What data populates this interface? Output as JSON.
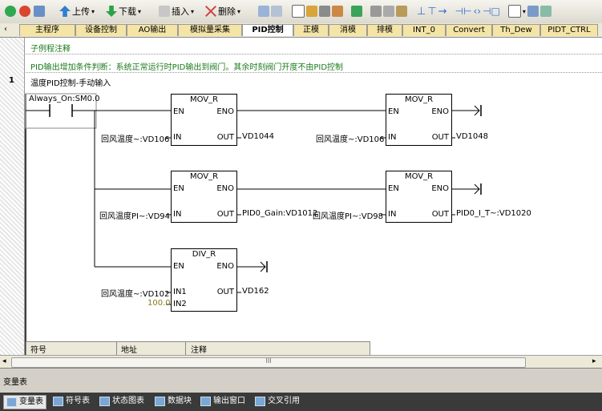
{
  "toolbar": {
    "upload_label": "上传",
    "download_label": "下载",
    "insert_label": "插入",
    "delete_label": "删除"
  },
  "tabs": [
    {
      "label": "主程序"
    },
    {
      "label": "设备控制"
    },
    {
      "label": "AO输出"
    },
    {
      "label": "模拟量采集"
    },
    {
      "label": "PID控制"
    },
    {
      "label": "正模"
    },
    {
      "label": "消模"
    },
    {
      "label": "排模"
    },
    {
      "label": "INT_0"
    },
    {
      "label": "Convert"
    },
    {
      "label": "Th_Dew"
    },
    {
      "label": "PIDT_CTRL"
    }
  ],
  "editor": {
    "subroutine_comment": "子例程注释",
    "pid_comment": "PID输出增加条件判断：系统正常运行时PID输出到阀门。其余时刻阀门开度不由PID控制",
    "network_number": "1",
    "network_title": "温度PID控制-手动输入",
    "contact_label": "Always_On:SM0.0",
    "blocks": [
      {
        "title": "MOV_R",
        "en": "EN",
        "eno": "ENO",
        "in_label": "IN",
        "out_label": "OUT",
        "in_operand": "回风温度~:VD106",
        "out_operand": "VD1044"
      },
      {
        "title": "MOV_R",
        "en": "EN",
        "eno": "ENO",
        "in_label": "IN",
        "out_label": "OUT",
        "in_operand": "回风温度~:VD106",
        "out_operand": "VD1048"
      },
      {
        "title": "MOV_R",
        "en": "EN",
        "eno": "ENO",
        "in_label": "IN",
        "out_label": "OUT",
        "in_operand": "回风温度PI~:VD94",
        "out_operand": "PID0_Gain:VD1012"
      },
      {
        "title": "MOV_R",
        "en": "EN",
        "eno": "ENO",
        "in_label": "IN",
        "out_label": "OUT",
        "in_operand": "回风温度PI~:VD98",
        "out_operand": "PID0_I_T~:VD1020"
      },
      {
        "title": "DIV_R",
        "en": "EN",
        "eno": "ENO",
        "in1_label": "IN1",
        "in2_label": "IN2",
        "out_label": "OUT",
        "in1_operand": "回风温度~:VD102",
        "in2_operand": "100.0",
        "out_operand": "VD162"
      }
    ],
    "symbol_table": {
      "col_symbol": "符号",
      "col_address": "地址",
      "col_comment": "注释"
    }
  },
  "scrollbar": {
    "thumb_glyph": "III"
  },
  "panel": {
    "title": "变量表"
  },
  "bottom_tabs": [
    {
      "label": "变量表"
    },
    {
      "label": "符号表"
    },
    {
      "label": "状态图表"
    },
    {
      "label": "数据块"
    },
    {
      "label": "输出窗口"
    },
    {
      "label": "交叉引用"
    }
  ],
  "colors": {
    "tab_bg": "#f4e4a6",
    "comment_green": "#1c7a1c",
    "const_olive": "#8a7a1a"
  }
}
